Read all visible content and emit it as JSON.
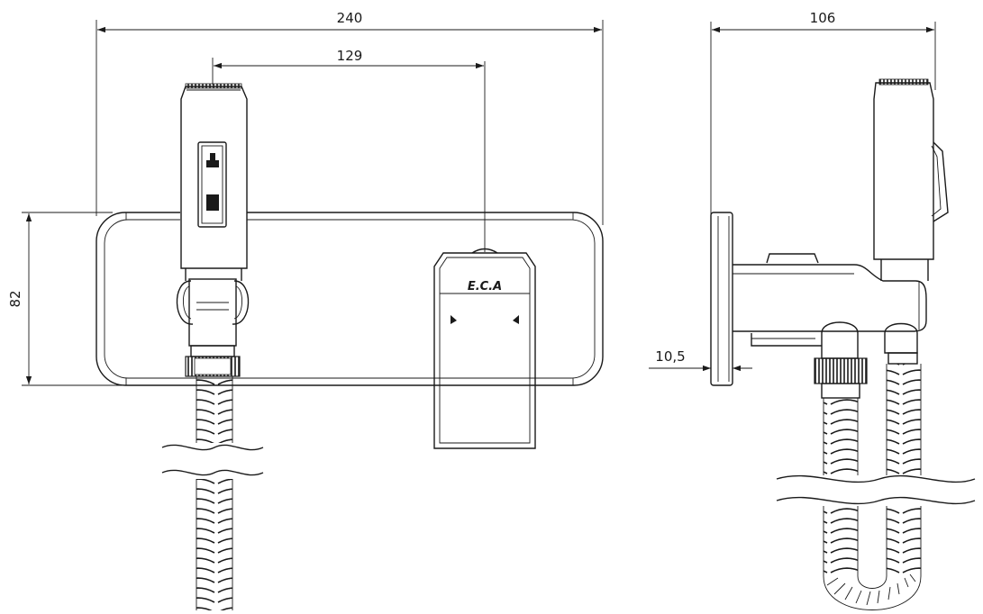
{
  "dimensions": {
    "overall_width": "240",
    "handle_offset": "129",
    "plate_height": "82",
    "side_depth": "106",
    "plate_thickness": "10,5"
  },
  "logo": {
    "text": "E.C.A"
  },
  "colors": {
    "line": "#1a1a1a",
    "background": "#ffffff"
  }
}
